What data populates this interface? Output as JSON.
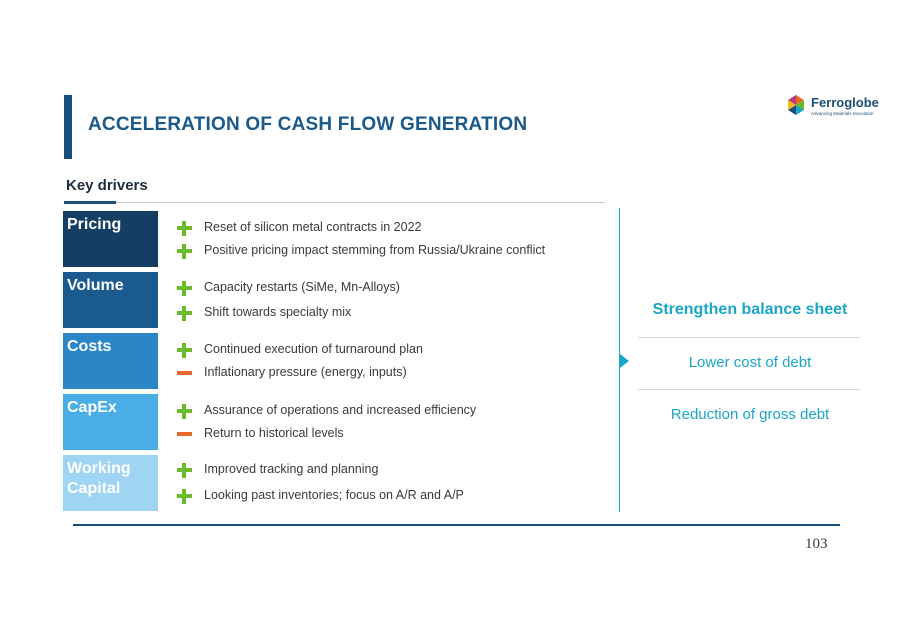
{
  "header": {
    "title": "ACCELERATION OF CASH FLOW GENERATION",
    "logo": {
      "name": "Ferroglobe",
      "tagline": "Advancing Materials Innovation"
    }
  },
  "section": {
    "subtitle": "Key drivers"
  },
  "drivers": [
    {
      "label": "Pricing",
      "color": "#143e64",
      "items": [
        {
          "sign": "plus",
          "text": "Reset of silicon metal contracts in 2022"
        },
        {
          "sign": "plus",
          "text": "Positive pricing impact stemming from Russia/Ukraine conflict"
        }
      ]
    },
    {
      "label": "Volume",
      "color": "#1a5a8e",
      "items": [
        {
          "sign": "plus",
          "text": "Capacity restarts (SiMe, Mn-Alloys)"
        },
        {
          "sign": "plus",
          "text": "Shift towards specialty mix"
        }
      ]
    },
    {
      "label": "Costs",
      "color": "#2b86c8",
      "items": [
        {
          "sign": "plus",
          "text": "Continued execution of turnaround plan"
        },
        {
          "sign": "minus",
          "text": "Inflationary pressure (energy, inputs)"
        }
      ]
    },
    {
      "label": "CapEx",
      "color": "#4aaee6",
      "items": [
        {
          "sign": "plus",
          "text": "Assurance of operations and increased efficiency"
        },
        {
          "sign": "minus",
          "text": "Return to historical levels"
        }
      ]
    },
    {
      "label": "Working Capital",
      "label_line1": "Working",
      "label_line2": "Capital",
      "color": "#9fd4f3",
      "items": [
        {
          "sign": "plus",
          "text": "Improved tracking and planning"
        },
        {
          "sign": "plus",
          "text": "Looking past inventories; focus on A/R and A/P"
        }
      ]
    }
  ],
  "outcome": {
    "heading": "Strengthen balance sheet",
    "items": [
      "Lower cost of debt",
      "Reduction of gross debt"
    ]
  },
  "footer": {
    "page_number": "103"
  },
  "colors": {
    "accent": "#1ba6c9",
    "plus": "#6cbb2a",
    "minus": "#e8692c",
    "title": "#1a5a8a"
  },
  "icons": {
    "plus": "plus-icon",
    "minus": "minus-icon"
  }
}
